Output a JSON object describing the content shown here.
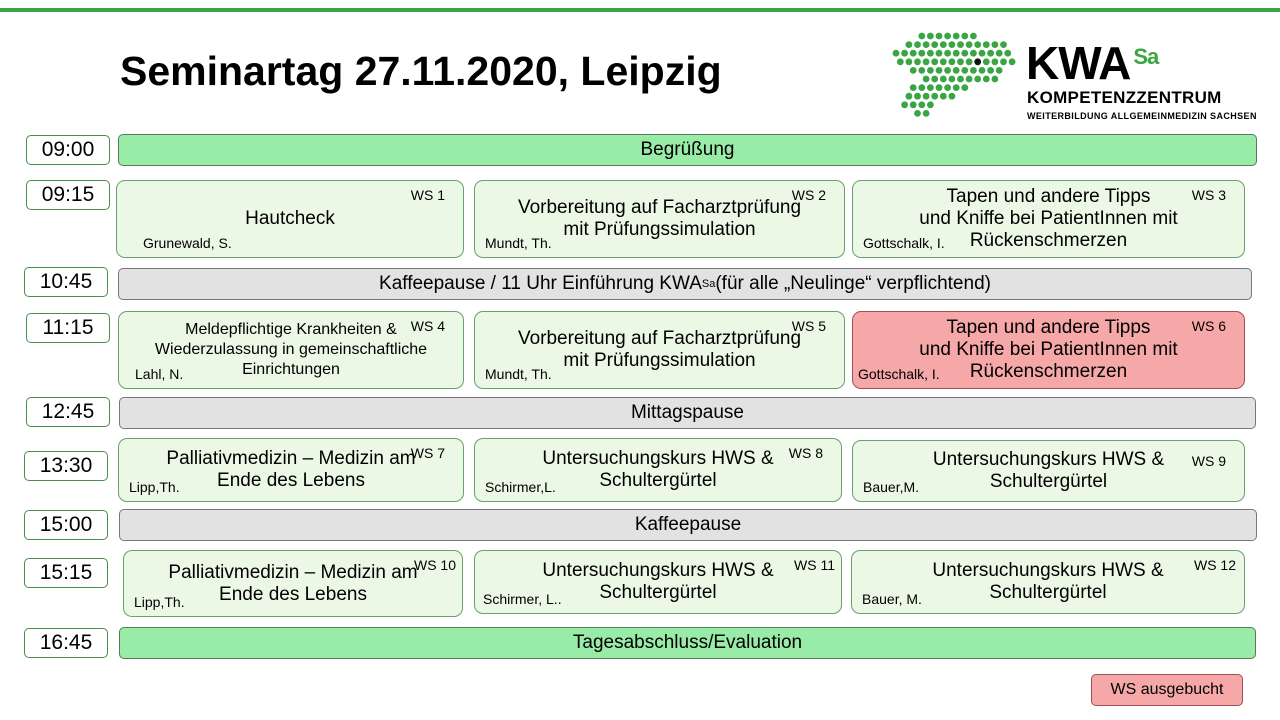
{
  "title": "Seminartag 27.11.2020, Leipzig",
  "logo": {
    "main": "KWA",
    "sup": "Sa",
    "sub1": "KOMPETENZZENTRUM",
    "sub2": "WEITERBILDUNG ALLGEMEINMEDIZIN SACHSEN"
  },
  "times": [
    "09:00",
    "09:15",
    "10:45",
    "11:15",
    "12:45",
    "13:30",
    "15:00",
    "15:15",
    "16:45"
  ],
  "bars": {
    "welcome": "Begrüßung",
    "coffee1_pre": "Kaffeepause / 11 Uhr Einführung KWA",
    "coffee1_sup": "Sa",
    "coffee1_post": " (für alle „Neulinge“ verpflichtend)",
    "lunch": "Mittagspause",
    "coffee2": "Kaffeepause",
    "closing": "Tagesabschluss/Evaluation"
  },
  "workshops": [
    {
      "no": "WS 1",
      "title": "Hautcheck",
      "speaker": "Grunewald, S."
    },
    {
      "no": "WS 2",
      "title": "Vorbereitung auf Facharztprüfung\nmit Prüfungssimulation",
      "speaker": "Mundt, Th."
    },
    {
      "no": "WS 3",
      "title": "Tapen und andere Tipps\nund Kniffe bei PatientInnen mit\nRückenschmerzen",
      "speaker": "Gottschalk, I."
    },
    {
      "no": "WS 4",
      "title": "Meldepflichtige Krankheiten &\nWiederzulassung in gemeinschaftliche\nEinrichtungen",
      "speaker": "Lahl, N."
    },
    {
      "no": "WS 5",
      "title": "Vorbereitung auf Facharztprüfung\nmit Prüfungssimulation",
      "speaker": "Mundt, Th."
    },
    {
      "no": "WS 6",
      "title": "Tapen und andere Tipps\nund Kniffe bei PatientInnen mit\nRückenschmerzen",
      "speaker": "Gottschalk, I."
    },
    {
      "no": "WS 7",
      "title": "Palliativmedizin – Medizin am\nEnde des Lebens",
      "speaker": "Lipp,Th."
    },
    {
      "no": "WS 8",
      "title": "Untersuchungskurs HWS &\nSchultergürtel",
      "speaker": "Schirmer,L."
    },
    {
      "no": "WS 9",
      "title": "Untersuchungskurs HWS &\nSchultergürtel",
      "speaker": "Bauer,M."
    },
    {
      "no": "WS 10",
      "title": "Palliativmedizin – Medizin am\nEnde des Lebens",
      "speaker": "Lipp,Th."
    },
    {
      "no": "WS 11",
      "title": "Untersuchungskurs HWS &\nSchultergürtel",
      "speaker": "Schirmer, L.."
    },
    {
      "no": "WS 12",
      "title": "Untersuchungskurs HWS &\nSchultergürtel",
      "speaker": "Bauer, M."
    }
  ],
  "legend": "WS ausgebucht",
  "colors": {
    "accent": "#3aa543",
    "bar_green": "#99eba8",
    "bar_gray": "#e2e2e2",
    "workshop": "#ecf8e6",
    "booked": "#f6a7a7"
  }
}
